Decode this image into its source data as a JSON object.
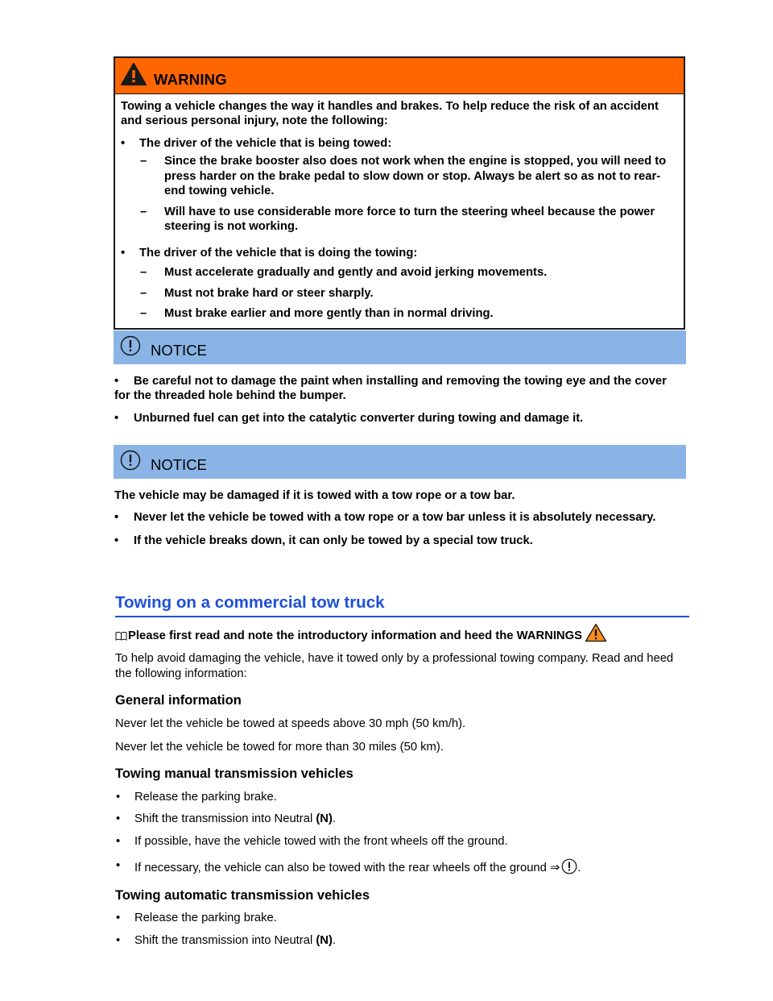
{
  "warning": {
    "title": "WARNING",
    "intro": "Towing a vehicle changes the way it handles and brakes. To help reduce the risk of an accident and serious personal injury, note the following:",
    "bullets": [
      {
        "text": "The driver of the vehicle that is being towed:",
        "sub": [
          "Since the brake booster also does not work when the engine is stopped, you will need to press harder on the brake pedal to slow down or stop. Always be alert so as not to rear-end towing vehicle.",
          "Will have to use considerable more force to turn the steering wheel because the power steering is not working."
        ]
      },
      {
        "text": "The driver of the vehicle that is doing the towing:",
        "sub": [
          "Must accelerate gradually and gently and avoid jerking movements.",
          "Must not brake hard or steer sharply.",
          "Must brake earlier and more gently than in normal driving."
        ]
      }
    ]
  },
  "notice1": {
    "title": "NOTICE",
    "bullets": [
      "Be careful not to damage the paint when installing and removing the towing eye and the cover for the threaded hole behind the bumper.",
      "Unburned fuel can get into the catalytic converter during towing and damage it."
    ]
  },
  "notice2": {
    "title": "NOTICE",
    "intro": "The vehicle may be damaged if it is towed with a tow rope or a tow bar.",
    "bullets": [
      "Never let the vehicle be towed with a tow rope or a tow bar unless it is absolutely necessary.",
      "If the vehicle breaks down, it can only be towed by a special tow truck."
    ]
  },
  "section": {
    "title": "Towing on a commercial tow truck",
    "intro": "Please first read and note the introductory information and heed the WARNINGS",
    "para": "To help avoid damaging the vehicle, have it towed only by a professional towing company. Read and heed the following information:",
    "general": {
      "heading": "General information",
      "p1": "Never let the vehicle be towed at speeds above 30 mph (50 km/h).",
      "p2": "Never let the vehicle be towed for more than 30 miles (50 km)."
    },
    "manual": {
      "heading": "Towing manual transmission vehicles",
      "item1": "Release the parking brake.",
      "item2_pre": "Shift the transmission into Neutral ",
      "item2_bold": "(N)",
      "item2_post": ".",
      "item3": "If possible, have the vehicle towed with the front wheels off the ground.",
      "item4": "If necessary, the vehicle can also be towed with the rear wheels off the ground ⇒",
      "item4_post": "."
    },
    "automatic": {
      "heading": "Towing automatic transmission vehicles",
      "item1": "Release the parking brake.",
      "item2_pre": "Shift the transmission into Neutral ",
      "item2_bold": "(N)",
      "item2_post": "."
    }
  }
}
